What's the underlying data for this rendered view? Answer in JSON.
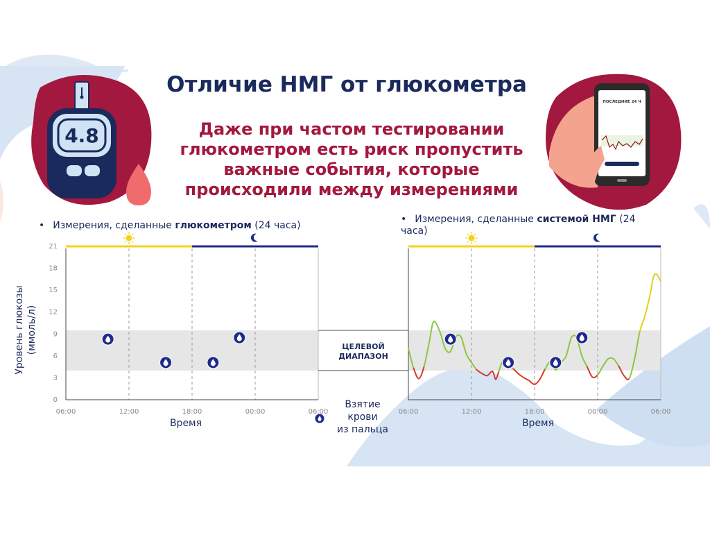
{
  "slide": {
    "title": "Отличие НМГ от глюкометра",
    "subtitle": "Даже при частом тестировании глюкометром есть риск пропустить важные события, которые происходили между измерениями"
  },
  "meter_display": "4.8",
  "phone": {
    "header": "ПОСЛЕДНИЕ 24 Ч"
  },
  "captions": {
    "left_prefix": "Измерения, сделанные ",
    "left_bold": "глюкометром",
    "left_suffix": " (24 часа)",
    "right_prefix": "Измерения, сделанные ",
    "right_bold": "системой НМГ",
    "right_suffix": " (24 часа)"
  },
  "target_range_label_1": "ЦЕЛЕВОЙ",
  "target_range_label_2": "ДИАПАЗОН",
  "legend": {
    "line1": "Взятие",
    "line2": "крови",
    "line3": "из пальца"
  },
  "colors": {
    "title": "#1b2a5c",
    "accent": "#a3183e",
    "day_bar": "#f5d21a",
    "night_bar": "#1f2a8c",
    "in_range": "#8dc63f",
    "low": "#d93a2b",
    "high": "#e2cf20",
    "target_band": "#e6e6e6",
    "drop": "#1f2a8c"
  },
  "chart_data": [
    {
      "type": "scatter",
      "name": "glucometer",
      "ylabel": "Уровень глюкозы (ммоль/л)",
      "xlabel": "Время",
      "x_ticks": [
        "06:00",
        "12:00",
        "18:00",
        "00:00",
        "06:00"
      ],
      "y_ticks": [
        0,
        3,
        6,
        9,
        12,
        15,
        18,
        21
      ],
      "ylim": [
        0,
        21
      ],
      "target_range": [
        4,
        9.5
      ],
      "day_period": [
        "06:00",
        "18:00"
      ],
      "night_period": [
        "18:00",
        "06:00"
      ],
      "points": [
        {
          "time": "10:00",
          "value": 8.3
        },
        {
          "time": "15:30",
          "value": 5.1
        },
        {
          "time": "20:00",
          "value": 5.1
        },
        {
          "time": "22:30",
          "value": 8.5
        }
      ]
    },
    {
      "type": "line",
      "name": "cgm",
      "xlabel": "Время",
      "x_ticks": [
        "06:00",
        "12:00",
        "18:00",
        "00:00",
        "06:00"
      ],
      "ylim": [
        0,
        21
      ],
      "target_range": [
        4,
        9.5
      ],
      "day_period": [
        "06:00",
        "18:00"
      ],
      "night_period": [
        "18:00",
        "06:00"
      ],
      "x_hours": [
        0,
        0.5,
        1.0,
        1.5,
        2.0,
        2.4,
        3.0,
        3.5,
        4.0,
        4.5,
        5.0,
        5.5,
        6.0,
        6.5,
        7.0,
        7.5,
        8.0,
        8.3,
        8.6,
        8.9,
        9.2,
        9.5,
        10.0,
        10.5,
        11.0,
        11.5,
        12.0,
        12.5,
        13.0,
        13.5,
        14.0,
        14.5,
        15.0,
        15.5,
        16.0,
        16.5,
        17.0,
        17.5,
        18.0,
        18.5,
        19.0,
        19.5,
        20.0,
        20.5,
        21.0,
        21.5,
        22.0,
        22.5,
        23.0,
        23.3,
        23.6,
        24.0
      ],
      "values": [
        7.0,
        4.3,
        2.9,
        4.6,
        8.0,
        10.7,
        9.3,
        7.0,
        6.6,
        8.6,
        8.6,
        6.3,
        5.1,
        4.1,
        3.6,
        3.3,
        3.9,
        2.8,
        3.9,
        5.1,
        5.0,
        4.7,
        4.2,
        3.5,
        3.0,
        2.6,
        2.1,
        2.8,
        4.2,
        5.2,
        4.1,
        5.1,
        6.0,
        8.5,
        8.5,
        6.0,
        4.5,
        3.1,
        3.4,
        4.6,
        5.6,
        5.6,
        4.6,
        3.3,
        2.9,
        5.5,
        9.3,
        11.5,
        14.5,
        16.8,
        17.2,
        16.2
      ],
      "fingerstick_points": [
        {
          "time": "10:00",
          "value": 8.3
        },
        {
          "time": "15:30",
          "value": 5.1
        },
        {
          "time": "20:00",
          "value": 5.1
        },
        {
          "time": "22:30",
          "value": 8.5
        }
      ]
    }
  ]
}
